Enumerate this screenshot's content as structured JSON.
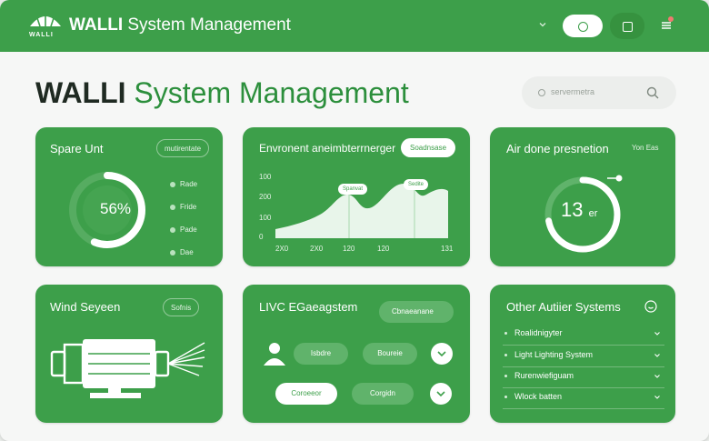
{
  "header": {
    "logo_text": "WALLI",
    "title_strong": "WALLI",
    "title_rest": " System Management"
  },
  "page": {
    "title_strong": "WALLI",
    "title_rest": " System Management",
    "search_placeholder": "servermetra"
  },
  "cards": {
    "spare_unit": {
      "title": "Spare Unt",
      "filter": "mutirentate",
      "value": "56%",
      "value_suffix": "",
      "progress": 0.56,
      "legend": [
        "Rade",
        "Fride",
        "Pade",
        "Dae"
      ]
    },
    "environment": {
      "title": "Envronent aneimbterrnerger",
      "dropdown": "Soadnsase",
      "y_ticks": [
        "100",
        "200",
        "100",
        "0"
      ],
      "x_ticks": [
        "2X0",
        "2X0",
        "120",
        "120",
        "131"
      ],
      "tooltips": [
        "Spanvat",
        "Sedite"
      ]
    },
    "air": {
      "title": "Air done presnetion",
      "filter": "Yon Eas",
      "value": "13",
      "unit": "er",
      "progress": 0.72
    },
    "wind": {
      "title": "Wind Seyeen",
      "filter": "Sofnis"
    },
    "livc": {
      "title": "LIVC EGaeagstem",
      "dropdown": "Cbnaeanane",
      "btn1": "Isbdre",
      "btn2": "Boureie",
      "btn3": "Coroeeor",
      "btn4": "Corgidn"
    },
    "other": {
      "title": "Other Autiier Systems",
      "items": [
        "Roalidnigyter",
        "Light Lighting System",
        "Rurenwiefiguam",
        "Wlock batten"
      ]
    }
  },
  "colors": {
    "primary": "#3d9f4a",
    "dark_text": "#1f2a22",
    "accent_light": "#b9e2be"
  }
}
